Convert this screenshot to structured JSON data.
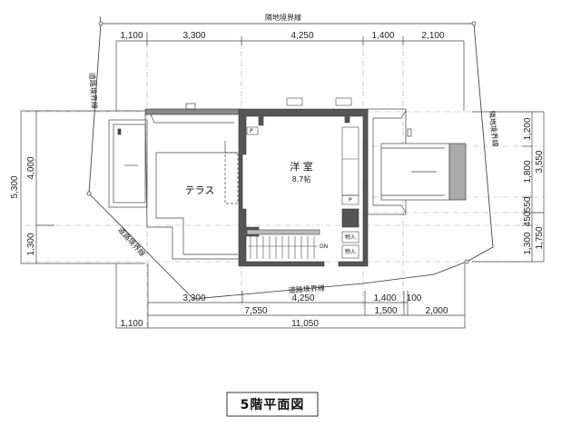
{
  "drawing": {
    "title": "5階平面図",
    "rooms": {
      "western_room": "洋 室",
      "western_room_size": "8.7帖",
      "terrace": "テラス",
      "storage_1": "物入",
      "storage_2": "物入",
      "pipe_space_1": "P",
      "pipe_space_2": "P",
      "stairs_direction": "DN"
    },
    "boundaries": {
      "top": "隣地境界線",
      "right": "隣地境界線",
      "left": "道路境界線",
      "diagonal": "道路境界線",
      "bottom": "道路境界線"
    },
    "dimensions": {
      "top": [
        "1,100",
        "3,300",
        "4,250",
        "1,400",
        "2,100"
      ],
      "bottom_row1": [
        "3,300",
        "4,250",
        "1,400",
        "100"
      ],
      "bottom_row2": [
        "7,550",
        "1,500",
        "2,000"
      ],
      "bottom_row3": [
        "1,100",
        "11,050"
      ],
      "left_total": "5,300",
      "left": [
        "4,000",
        "1,300"
      ],
      "right_total": "3,550",
      "right_total_2": "1,750",
      "right": [
        "1,200",
        "1,800",
        "550",
        "450",
        "1,300"
      ]
    },
    "colors": {
      "wall": "#555555",
      "line": "#333333",
      "grid": "#999999"
    }
  }
}
